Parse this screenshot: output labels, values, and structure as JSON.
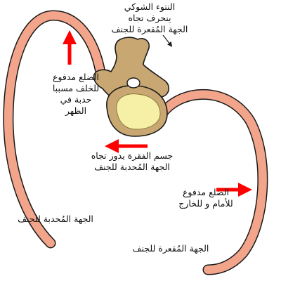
{
  "labels": {
    "spinous_process": {
      "line1": "النتوء الشوكي",
      "line2": "ينحرف تجاه",
      "line3": "الجهة المُقعرة للجنف"
    },
    "left_rib": {
      "line1": "الضلع مدفوع",
      "line2": "للخلف مسببا",
      "line3": "حدبة في",
      "line4": "الظهر"
    },
    "vertebral_body": {
      "line1": "جسم الفقرة يدور تجاه",
      "line2": "الجهة المُحدبة للجنف"
    },
    "right_rib": {
      "line1": "الضلع مدفوع",
      "line2": "للأمام و للخارج"
    },
    "convex_side": {
      "line1": "الجهة المُحدبة للجنف"
    },
    "concave_side": {
      "line1": "الجهة المُقعرة للجنف"
    }
  },
  "colors": {
    "rib": "#f2a58a",
    "rib_outline": "#1a1a1a",
    "bone": "#c9a773",
    "vertebral_body": "#f6f0a6",
    "arrow": "#ff0000"
  }
}
